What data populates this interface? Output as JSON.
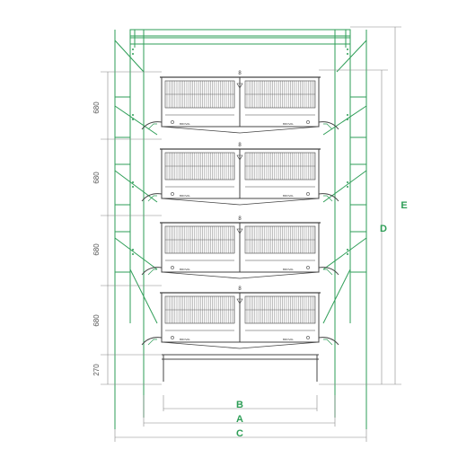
{
  "colors": {
    "frame_green": "#2e9e57",
    "cage_line": "#444444",
    "dim_line": "#888888"
  },
  "tier_heights": [
    "680",
    "680",
    "680",
    "680"
  ],
  "base_height": "270",
  "cage_number": "8",
  "feeder_brand": "BROVAL",
  "dimension_labels": {
    "A": "A",
    "B": "B",
    "C": "C",
    "D": "D",
    "E": "E"
  }
}
